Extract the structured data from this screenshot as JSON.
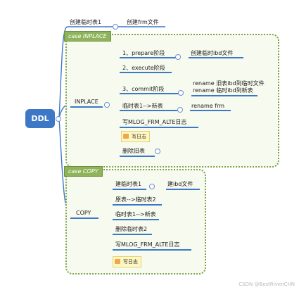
{
  "root": {
    "label": "DDL"
  },
  "top_branch": {
    "label": "创建临时表1",
    "child": "创建frm文件"
  },
  "inplace": {
    "case_label": "case INPLACE",
    "label": "INPLACE",
    "steps": [
      {
        "label": "1、prepare阶段",
        "detail": [
          "创建临时ibd文件"
        ]
      },
      {
        "label": "2、execute阶段",
        "detail": []
      },
      {
        "label": "3、commit阶段",
        "detail": [
          "rename 旧表ibd到临时文件",
          "rename 临时ibd到新表"
        ]
      },
      {
        "label": "临时表1-->新表",
        "detail": [
          "rename frm"
        ]
      },
      {
        "label": "写MLOG_FRM_ALTE日志",
        "detail": []
      },
      {
        "label": "删除旧表",
        "detail": []
      }
    ],
    "note": "写日志"
  },
  "copy": {
    "case_label": "case COPY",
    "label": "COPY",
    "steps": [
      {
        "label": "建临时表1",
        "detail": [
          "建ibd文件"
        ]
      },
      {
        "label": "原表-->临时表2",
        "detail": []
      },
      {
        "label": "临时表1-->新表",
        "detail": []
      },
      {
        "label": "删除临时表2",
        "detail": []
      },
      {
        "label": "写MLOG_FRM_ALTE日志",
        "detail": []
      }
    ],
    "note": "写日志"
  },
  "colors": {
    "root": "#3c78c6",
    "branch": "#3c78c6",
    "case_border": "#7ea24a",
    "case_label": "#8fb35a"
  },
  "watermark": "CSDN @BestRivenCHN"
}
